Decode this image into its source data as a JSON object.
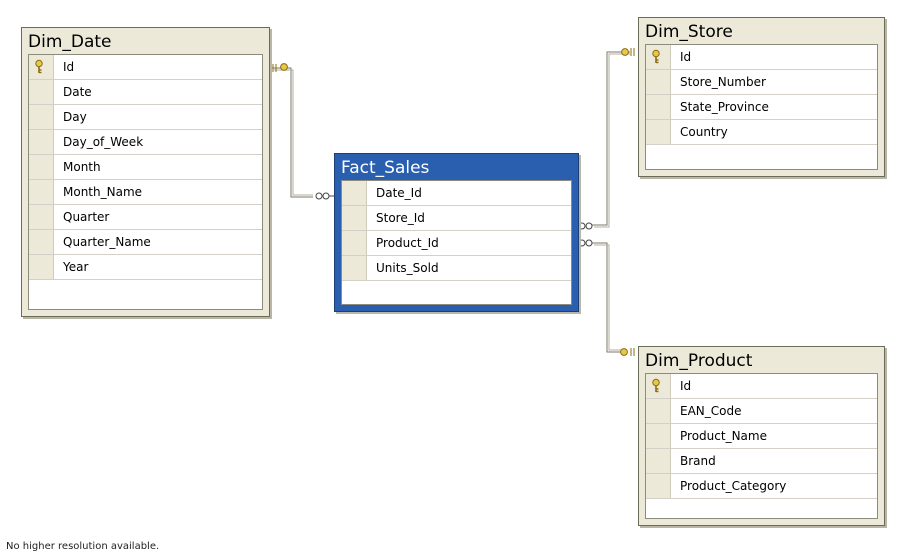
{
  "tables": {
    "dim_date": {
      "title": "Dim_Date",
      "columns": [
        "Id",
        "Date",
        "Day",
        "Day_of_Week",
        "Month",
        "Month_Name",
        "Quarter",
        "Quarter_Name",
        "Year"
      ]
    },
    "fact_sales": {
      "title": "Fact_Sales",
      "columns": [
        "Date_Id",
        "Store_Id",
        "Product_Id",
        "Units_Sold"
      ]
    },
    "dim_store": {
      "title": "Dim_Store",
      "columns": [
        "Id",
        "Store_Number",
        "State_Province",
        "Country"
      ]
    },
    "dim_product": {
      "title": "Dim_Product",
      "columns": [
        "Id",
        "EAN_Code",
        "Product_Name",
        "Brand",
        "Product_Category"
      ]
    }
  },
  "caption": "No higher resolution available.",
  "colors": {
    "selected_title": "#2a5fb0",
    "table_bg": "#ece9d8",
    "key_icon": "#d8b83a",
    "relationship_line": "#6b6b5a"
  }
}
